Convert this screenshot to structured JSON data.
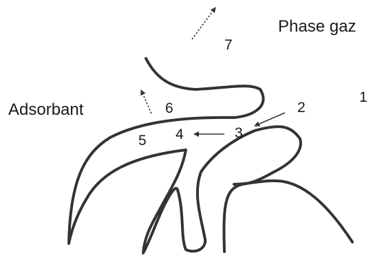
{
  "labels": {
    "gas_phase": "Phase gaz",
    "adsorbent": "Adsorbant"
  },
  "steps": [
    "1",
    "2",
    "3",
    "4",
    "5",
    "6",
    "7"
  ],
  "colors": {
    "stroke": "#333333",
    "text": "#1a1a1a",
    "background": "#ffffff"
  },
  "icons": {
    "solid_arrow": "arrow-solid-icon",
    "dotted_arrow": "arrow-dotted-icon"
  }
}
